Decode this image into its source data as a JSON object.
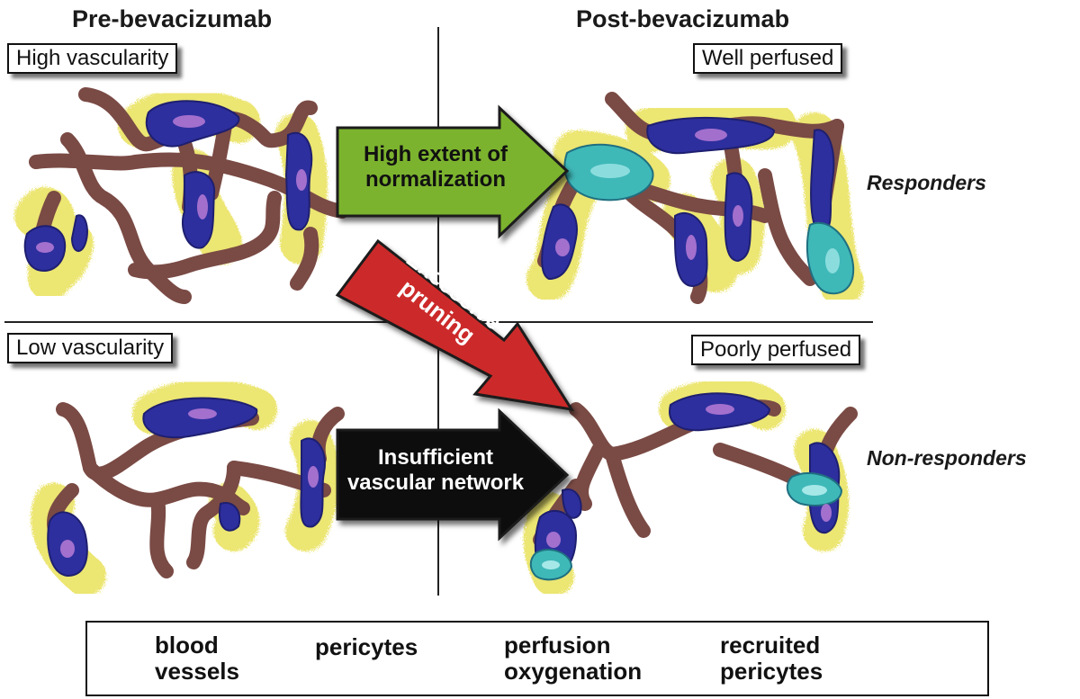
{
  "headers": {
    "pre": "Pre-bevacizumab",
    "post": "Post-bevacizumab"
  },
  "labels": {
    "high_vascularity": "High vascularity",
    "low_vascularity": "Low vascularity",
    "well_perfused": "Well perfused",
    "poorly_perfused": "Poorly perfused"
  },
  "outcomes": {
    "responders": "Responders",
    "non_responders": "Non-responders"
  },
  "arrows": {
    "green": {
      "line1": "High extent of",
      "line2": "normalization",
      "color": "#7bb32e"
    },
    "red": {
      "line1": "Excessive",
      "line2": "pruning",
      "color": "#cc2a2a"
    },
    "black": {
      "line1": "Insufficient",
      "line2": "vascular network",
      "color": "#0a0a0a"
    }
  },
  "legend": {
    "blood_vessels": {
      "line1": "blood",
      "line2": "vessels"
    },
    "pericytes": "pericytes",
    "perfusion": {
      "line1": "perfusion",
      "line2": "oxygenation"
    },
    "recruited": {
      "line1": "recruited",
      "line2": "pericytes"
    }
  },
  "colors": {
    "vessel": "#7a4a44",
    "pericyte": "#2e2f9e",
    "perfusion": "#e9e25a",
    "recruited": "#3fb8b8"
  }
}
